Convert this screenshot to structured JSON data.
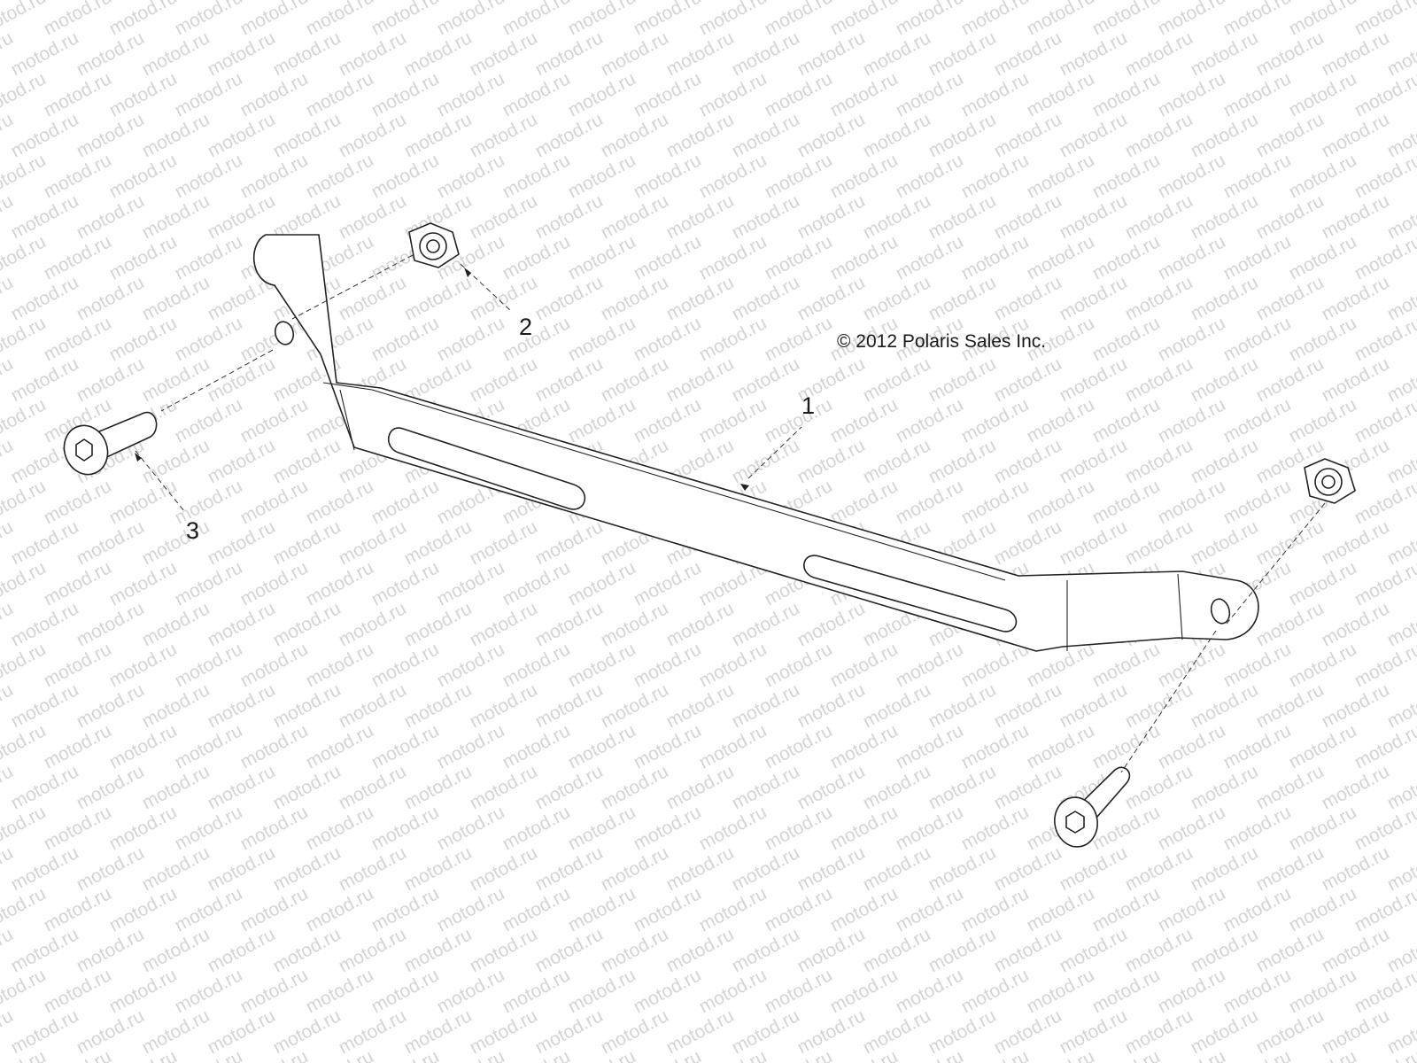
{
  "copyright": "© 2012 Polaris Sales Inc.",
  "watermark": "motod.ru",
  "callouts": [
    {
      "id": "1",
      "label": "1",
      "part": "mounting-bracket"
    },
    {
      "id": "2",
      "label": "2",
      "part": "lock-nut"
    },
    {
      "id": "3",
      "label": "3",
      "part": "button-head-screw"
    }
  ],
  "colors": {
    "line": "#222222",
    "watermark": "#d4d4d4",
    "background": "#ffffff"
  }
}
